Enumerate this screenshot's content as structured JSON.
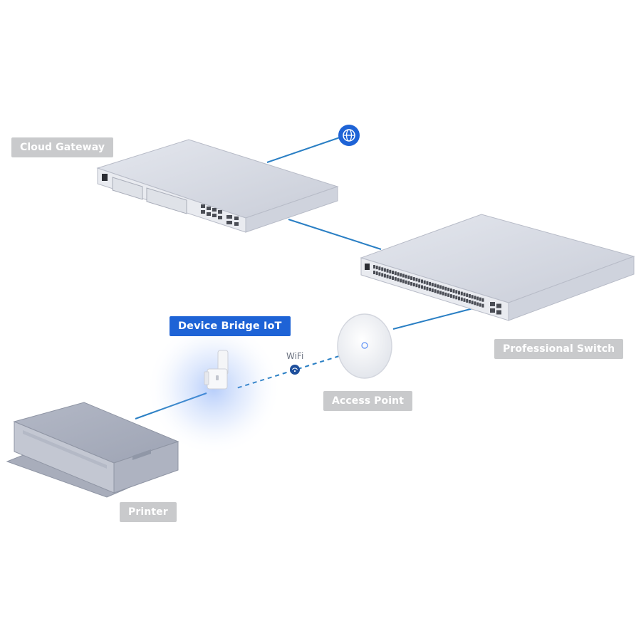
{
  "colors": {
    "accent": "#1e63d6",
    "link_line": "#2a7fc4",
    "label_bg": "#c9cacc",
    "label_text": "#ffffff",
    "device_body": "#d4d7e0",
    "device_front": "#e9ebf0"
  },
  "labels": {
    "cloud_gateway": "Cloud Gateway",
    "professional_switch": "Professional Switch",
    "device_bridge": "Device Bridge IoT",
    "access_point": "Access Point",
    "printer": "Printer",
    "wifi": "WiFi"
  },
  "icons": {
    "internet": "globe-icon",
    "wifi": "wifi-icon"
  },
  "connections": [
    {
      "from": "Cloud Gateway",
      "to": "Internet",
      "style": "solid"
    },
    {
      "from": "Cloud Gateway",
      "to": "Professional Switch",
      "style": "solid"
    },
    {
      "from": "Professional Switch",
      "to": "Access Point",
      "style": "solid"
    },
    {
      "from": "Access Point",
      "to": "Device Bridge IoT",
      "style": "dashed"
    },
    {
      "from": "Device Bridge IoT",
      "to": "Printer",
      "style": "solid"
    }
  ]
}
